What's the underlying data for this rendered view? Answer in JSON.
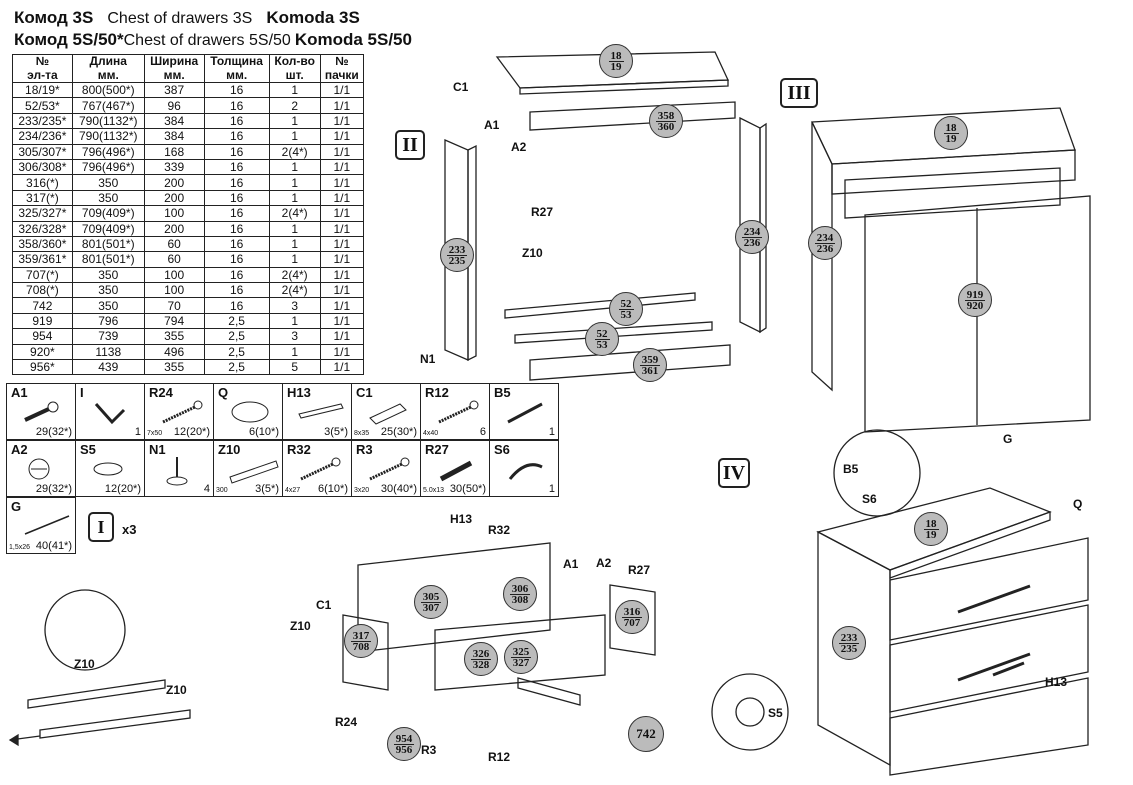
{
  "titles": {
    "line1": {
      "ru": "Комод 3S",
      "en": "Chest of drawers 3S",
      "pl": "Komoda 3S"
    },
    "line2": {
      "ru": "Комод 5S/50*",
      "en": "Chest of drawers 5S/50",
      "pl": "Komoda 5S/50"
    }
  },
  "parts_table": {
    "headers_top": [
      "№",
      "Длина",
      "Ширина",
      "Толщина",
      "Кол-во",
      "№"
    ],
    "headers_bottom": [
      "эл-та",
      "мм.",
      "мм.",
      "мм.",
      "шт.",
      "пачки"
    ],
    "rows": [
      [
        "18/19*",
        "800(500*)",
        "387",
        "16",
        "1",
        "1/1"
      ],
      [
        "52/53*",
        "767(467*)",
        "96",
        "16",
        "2",
        "1/1"
      ],
      [
        "233/235*",
        "790(1132*)",
        "384",
        "16",
        "1",
        "1/1"
      ],
      [
        "234/236*",
        "790(1132*)",
        "384",
        "16",
        "1",
        "1/1"
      ],
      [
        "305/307*",
        "796(496*)",
        "168",
        "16",
        "2(4*)",
        "1/1"
      ],
      [
        "306/308*",
        "796(496*)",
        "339",
        "16",
        "1",
        "1/1"
      ],
      [
        "316(*)",
        "350",
        "200",
        "16",
        "1",
        "1/1"
      ],
      [
        "317(*)",
        "350",
        "200",
        "16",
        "1",
        "1/1"
      ],
      [
        "325/327*",
        "709(409*)",
        "100",
        "16",
        "2(4*)",
        "1/1"
      ],
      [
        "326/328*",
        "709(409*)",
        "200",
        "16",
        "1",
        "1/1"
      ],
      [
        "358/360*",
        "801(501*)",
        "60",
        "16",
        "1",
        "1/1"
      ],
      [
        "359/361*",
        "801(501*)",
        "60",
        "16",
        "1",
        "1/1"
      ],
      [
        "707(*)",
        "350",
        "100",
        "16",
        "2(4*)",
        "1/1"
      ],
      [
        "708(*)",
        "350",
        "100",
        "16",
        "2(4*)",
        "1/1"
      ],
      [
        "742",
        "350",
        "70",
        "16",
        "3",
        "1/1"
      ],
      [
        "919",
        "796",
        "794",
        "2,5",
        "1",
        "1/1"
      ],
      [
        "954",
        "739",
        "355",
        "2,5",
        "3",
        "1/1"
      ],
      [
        "920*",
        "1138",
        "496",
        "2,5",
        "1",
        "1/1"
      ],
      [
        "956*",
        "439",
        "355",
        "2,5",
        "5",
        "1/1"
      ]
    ]
  },
  "hardware": [
    {
      "name": "A1",
      "qty": "29(32*)",
      "dim": "",
      "icon": "cam-bolt-icon"
    },
    {
      "name": "I",
      "qty": "1",
      "dim": "",
      "icon": "hex-key-icon"
    },
    {
      "name": "R24",
      "qty": "12(20*)",
      "dim": "7x50",
      "icon": "screw-icon"
    },
    {
      "name": "Q",
      "qty": "6(10*)",
      "dim": "",
      "icon": "pad-icon"
    },
    {
      "name": "H13",
      "qty": "3(5*)",
      "dim": "",
      "icon": "handle-icon"
    },
    {
      "name": "C1",
      "qty": "25(30*)",
      "dim": "8x35",
      "icon": "dowel-icon"
    },
    {
      "name": "R12",
      "qty": "6",
      "dim": "4x40",
      "icon": "screw-icon"
    },
    {
      "name": "B5",
      "qty": "1",
      "dim": "",
      "icon": "anchor-icon"
    },
    {
      "name": "A2",
      "qty": "29(32*)",
      "dim": "",
      "icon": "cam-lock-icon"
    },
    {
      "name": "S5",
      "qty": "12(20*)",
      "dim": "",
      "icon": "glide-icon"
    },
    {
      "name": "N1",
      "qty": "4",
      "dim": "",
      "icon": "leveler-icon"
    },
    {
      "name": "Z10",
      "qty": "3(5*)",
      "dim": "300",
      "icon": "runner-icon"
    },
    {
      "name": "R32",
      "qty": "6(10*)",
      "dim": "4x27",
      "icon": "screw-icon"
    },
    {
      "name": "R3",
      "qty": "30(40*)",
      "dim": "3x20",
      "icon": "screw-icon"
    },
    {
      "name": "R27",
      "qty": "30(50*)",
      "dim": "5.0x13",
      "icon": "confirmat-icon"
    },
    {
      "name": "S6",
      "qty": "1",
      "dim": "",
      "icon": "strap-icon"
    },
    {
      "name": "G",
      "qty": "40(41*)",
      "dim": "1,5x26",
      "icon": "nail-icon"
    }
  ],
  "tool_key": {
    "label": "I",
    "count": "x3"
  },
  "steps": [
    "II",
    "III",
    "IV"
  ],
  "badges": [
    {
      "a": "18",
      "b": "19"
    },
    {
      "a": "358",
      "b": "360"
    },
    {
      "a": "233",
      "b": "235"
    },
    {
      "a": "234",
      "b": "236"
    },
    {
      "a": "52",
      "b": "53"
    },
    {
      "a": "52",
      "b": "53"
    },
    {
      "a": "359",
      "b": "361"
    },
    {
      "a": "18",
      "b": "19"
    },
    {
      "a": "234",
      "b": "236"
    },
    {
      "a": "919",
      "b": "920"
    },
    {
      "a": "18",
      "b": "19"
    },
    {
      "a": "233",
      "b": "235"
    },
    {
      "a": "305",
      "b": "307"
    },
    {
      "a": "306",
      "b": "308"
    },
    {
      "a": "316",
      "b": "707"
    },
    {
      "a": "317",
      "b": "708"
    },
    {
      "a": "326",
      "b": "328"
    },
    {
      "a": "325",
      "b": "327"
    },
    {
      "a": "954",
      "b": "956"
    }
  ],
  "badge_single": "742",
  "callouts": [
    "C1",
    "A1",
    "A2",
    "R27",
    "Z10",
    "N1",
    "G",
    "B5",
    "S6",
    "Q",
    "H13",
    "H13",
    "R32",
    "A1",
    "A2",
    "R27",
    "C1",
    "Z10",
    "R24",
    "R3",
    "R12",
    "S5",
    "Z10",
    "Z10"
  ]
}
